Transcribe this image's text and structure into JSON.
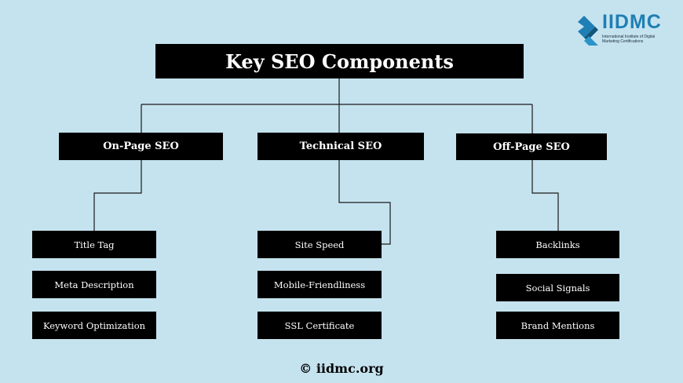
{
  "root": {
    "label": "Key SEO Components"
  },
  "categories": [
    {
      "label": "On-Page SEO",
      "items": [
        "Title Tag",
        "Meta Description",
        "Keyword Optimization"
      ]
    },
    {
      "label": "Technical SEO",
      "items": [
        "Site Speed",
        "Mobile-Friendliness",
        "SSL Certificate"
      ]
    },
    {
      "label": "Off-Page SEO",
      "items": [
        "Backlinks",
        "Social Signals",
        "Brand Mentions"
      ]
    }
  ],
  "logo": {
    "name": "IIDMC",
    "subtitle": "International Institute of Digital Marketing Certifications",
    "brand_color": "#1f7fb4"
  },
  "footer": {
    "text": "© iidmc.org"
  },
  "colors": {
    "background": "#c5e3ef",
    "box": "#000000",
    "box_text": "#ffffff",
    "connector": "#1a1a1a"
  }
}
